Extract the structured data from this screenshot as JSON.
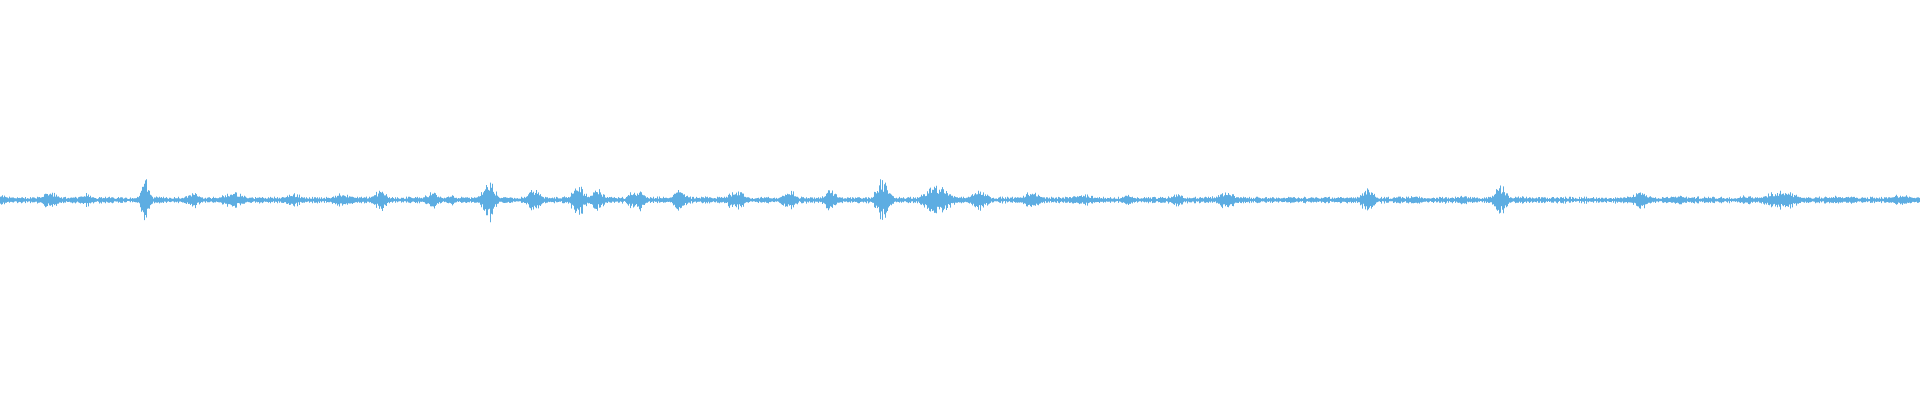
{
  "waveform": {
    "color": "#5dade2",
    "background": "#ffffff",
    "baseline_amplitude": 0.06,
    "bursts": [
      {
        "t": 0.0,
        "amp": 0.14,
        "width": 0.004
      },
      {
        "t": 0.0255,
        "amp": 0.22,
        "width": 0.004
      },
      {
        "t": 0.045,
        "amp": 0.18,
        "width": 0.003
      },
      {
        "t": 0.0755,
        "amp": 0.55,
        "width": 0.002
      },
      {
        "t": 0.1005,
        "amp": 0.25,
        "width": 0.003
      },
      {
        "t": 0.121,
        "amp": 0.22,
        "width": 0.005
      },
      {
        "t": 0.153,
        "amp": 0.18,
        "width": 0.004
      },
      {
        "t": 0.178,
        "amp": 0.18,
        "width": 0.005
      },
      {
        "t": 0.198,
        "amp": 0.3,
        "width": 0.003
      },
      {
        "t": 0.225,
        "amp": 0.25,
        "width": 0.003
      },
      {
        "t": 0.235,
        "amp": 0.18,
        "width": 0.002
      },
      {
        "t": 0.2545,
        "amp": 0.55,
        "width": 0.003
      },
      {
        "t": 0.278,
        "amp": 0.3,
        "width": 0.003
      },
      {
        "t": 0.301,
        "amp": 0.45,
        "width": 0.003
      },
      {
        "t": 0.311,
        "amp": 0.28,
        "width": 0.003
      },
      {
        "t": 0.329,
        "amp": 0.25,
        "width": 0.002
      },
      {
        "t": 0.333,
        "amp": 0.3,
        "width": 0.002
      },
      {
        "t": 0.354,
        "amp": 0.3,
        "width": 0.003
      },
      {
        "t": 0.383,
        "amp": 0.28,
        "width": 0.004
      },
      {
        "t": 0.411,
        "amp": 0.3,
        "width": 0.003
      },
      {
        "t": 0.432,
        "amp": 0.28,
        "width": 0.003
      },
      {
        "t": 0.4595,
        "amp": 0.55,
        "width": 0.003
      },
      {
        "t": 0.488,
        "amp": 0.4,
        "width": 0.006
      },
      {
        "t": 0.51,
        "amp": 0.28,
        "width": 0.004
      },
      {
        "t": 0.537,
        "amp": 0.22,
        "width": 0.004
      },
      {
        "t": 0.564,
        "amp": 0.15,
        "width": 0.006
      },
      {
        "t": 0.587,
        "amp": 0.14,
        "width": 0.003
      },
      {
        "t": 0.613,
        "amp": 0.18,
        "width": 0.003
      },
      {
        "t": 0.6385,
        "amp": 0.25,
        "width": 0.004
      },
      {
        "t": 0.712,
        "amp": 0.32,
        "width": 0.003
      },
      {
        "t": 0.737,
        "amp": 0.12,
        "width": 0.004
      },
      {
        "t": 0.762,
        "amp": 0.14,
        "width": 0.002
      },
      {
        "t": 0.7815,
        "amp": 0.4,
        "width": 0.003
      },
      {
        "t": 0.8545,
        "amp": 0.22,
        "width": 0.004
      },
      {
        "t": 0.874,
        "amp": 0.12,
        "width": 0.004
      },
      {
        "t": 0.909,
        "amp": 0.14,
        "width": 0.003
      },
      {
        "t": 0.928,
        "amp": 0.28,
        "width": 0.007
      },
      {
        "t": 0.955,
        "amp": 0.12,
        "width": 0.005
      },
      {
        "t": 0.99,
        "amp": 0.14,
        "width": 0.006
      }
    ]
  }
}
